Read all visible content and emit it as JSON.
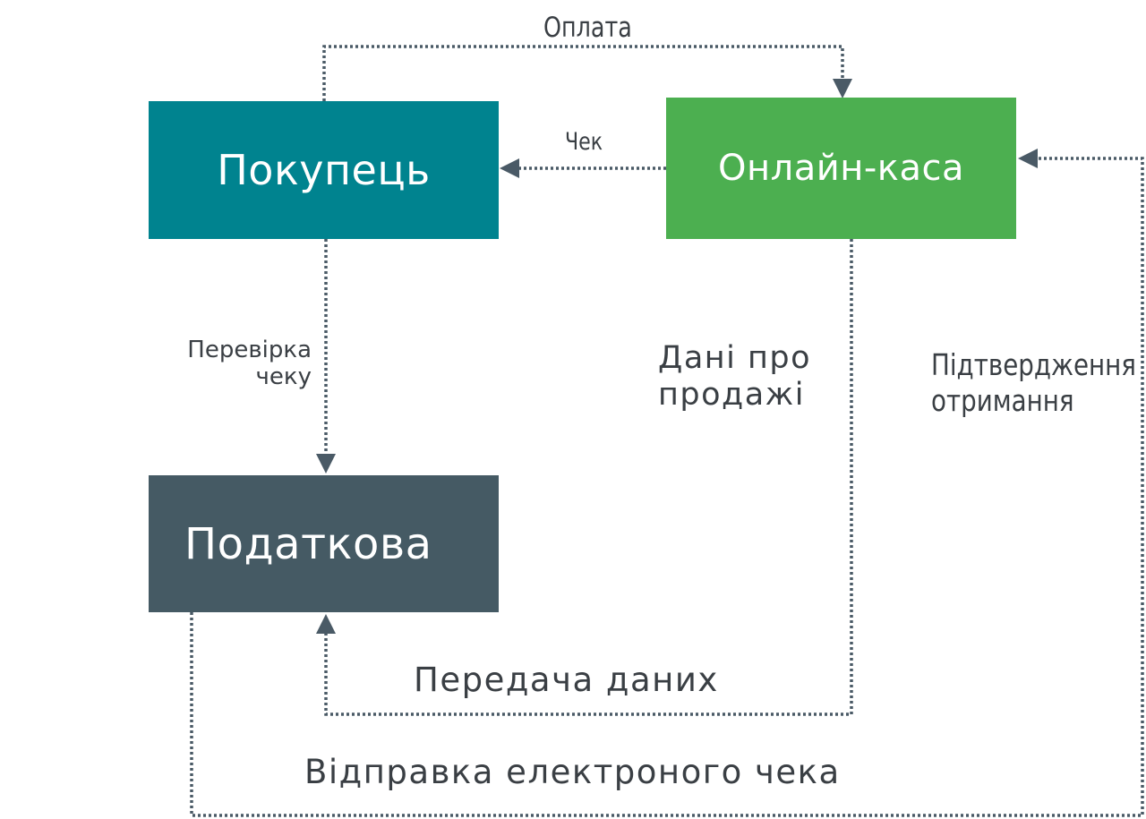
{
  "colors": {
    "buyer": "#00838F",
    "register": "#4CAF50",
    "tax": "#455A64",
    "connector": "#4a5a66",
    "label_text": "#3a3f44"
  },
  "nodes": {
    "buyer": "Покупець",
    "register": "Онлайн-каса",
    "tax": "Податкова"
  },
  "labels": {
    "payment": "Оплата",
    "check": "Чек",
    "verify": [
      "Перевірка",
      "чеку"
    ],
    "sales_data": [
      "Дані про",
      "продажі"
    ],
    "confirmation": [
      "Підтвердження",
      "отримання"
    ],
    "data_transfer": "Передача даних",
    "e_receipt": "Відправка електроного чека"
  }
}
